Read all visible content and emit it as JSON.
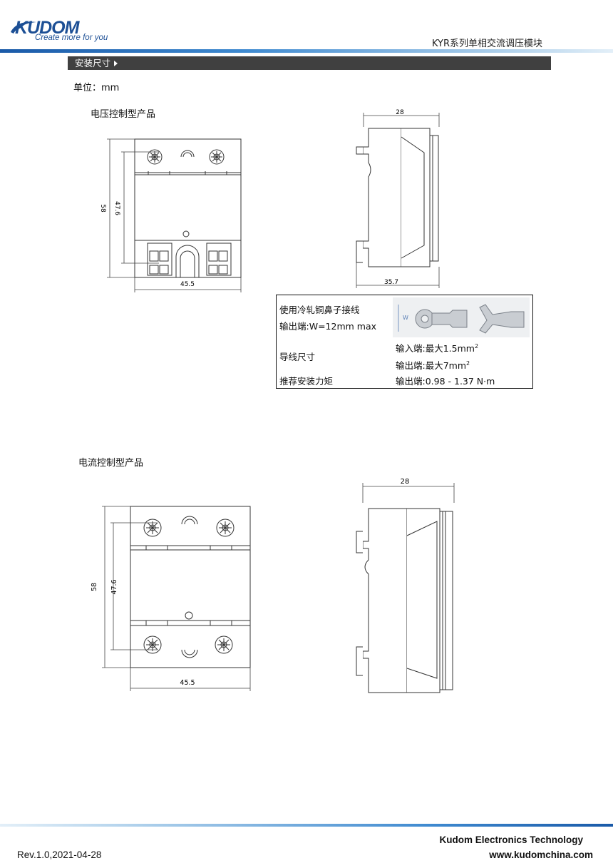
{
  "header": {
    "brand": "KUDOM",
    "tagline": "Create more for you",
    "doc_title": "KYR系列单相交流调压模块"
  },
  "section": {
    "title": "安装尺寸"
  },
  "unit_label": "单位：mm",
  "voltage_product": {
    "label": "电压控制型产品",
    "dims": {
      "height": "58",
      "hole_pitch": "47.6",
      "width": "45.5",
      "depth": "28",
      "depth_total": "35.7"
    }
  },
  "spec_table": {
    "row1_label_line1": "使用冷轧铜鼻子接线",
    "row1_label_line2": "输出端:W=12mm max",
    "terminal_w_mark": "W",
    "row2_label": "导线尺寸",
    "row2_value1": "输入端:最大1.5mm",
    "row2_value1_sup": "2",
    "row2_value2": "输出端:最大7mm",
    "row2_value2_sup": "2",
    "row3_label": "推荐安装力矩",
    "row3_value": "输出端:0.98 - 1.37 N·m"
  },
  "current_product": {
    "label": "电流控制型产品",
    "dims": {
      "height": "58",
      "hole_pitch": "47.6",
      "width": "45.5",
      "depth": "28"
    }
  },
  "footer": {
    "company": "Kudom Electronics Technology",
    "revision": "Rev.1.0,2021-04-28",
    "website": "www.kudomchina.com"
  },
  "colors": {
    "brand_blue": "#1c4f95",
    "section_bar": "#404040"
  }
}
